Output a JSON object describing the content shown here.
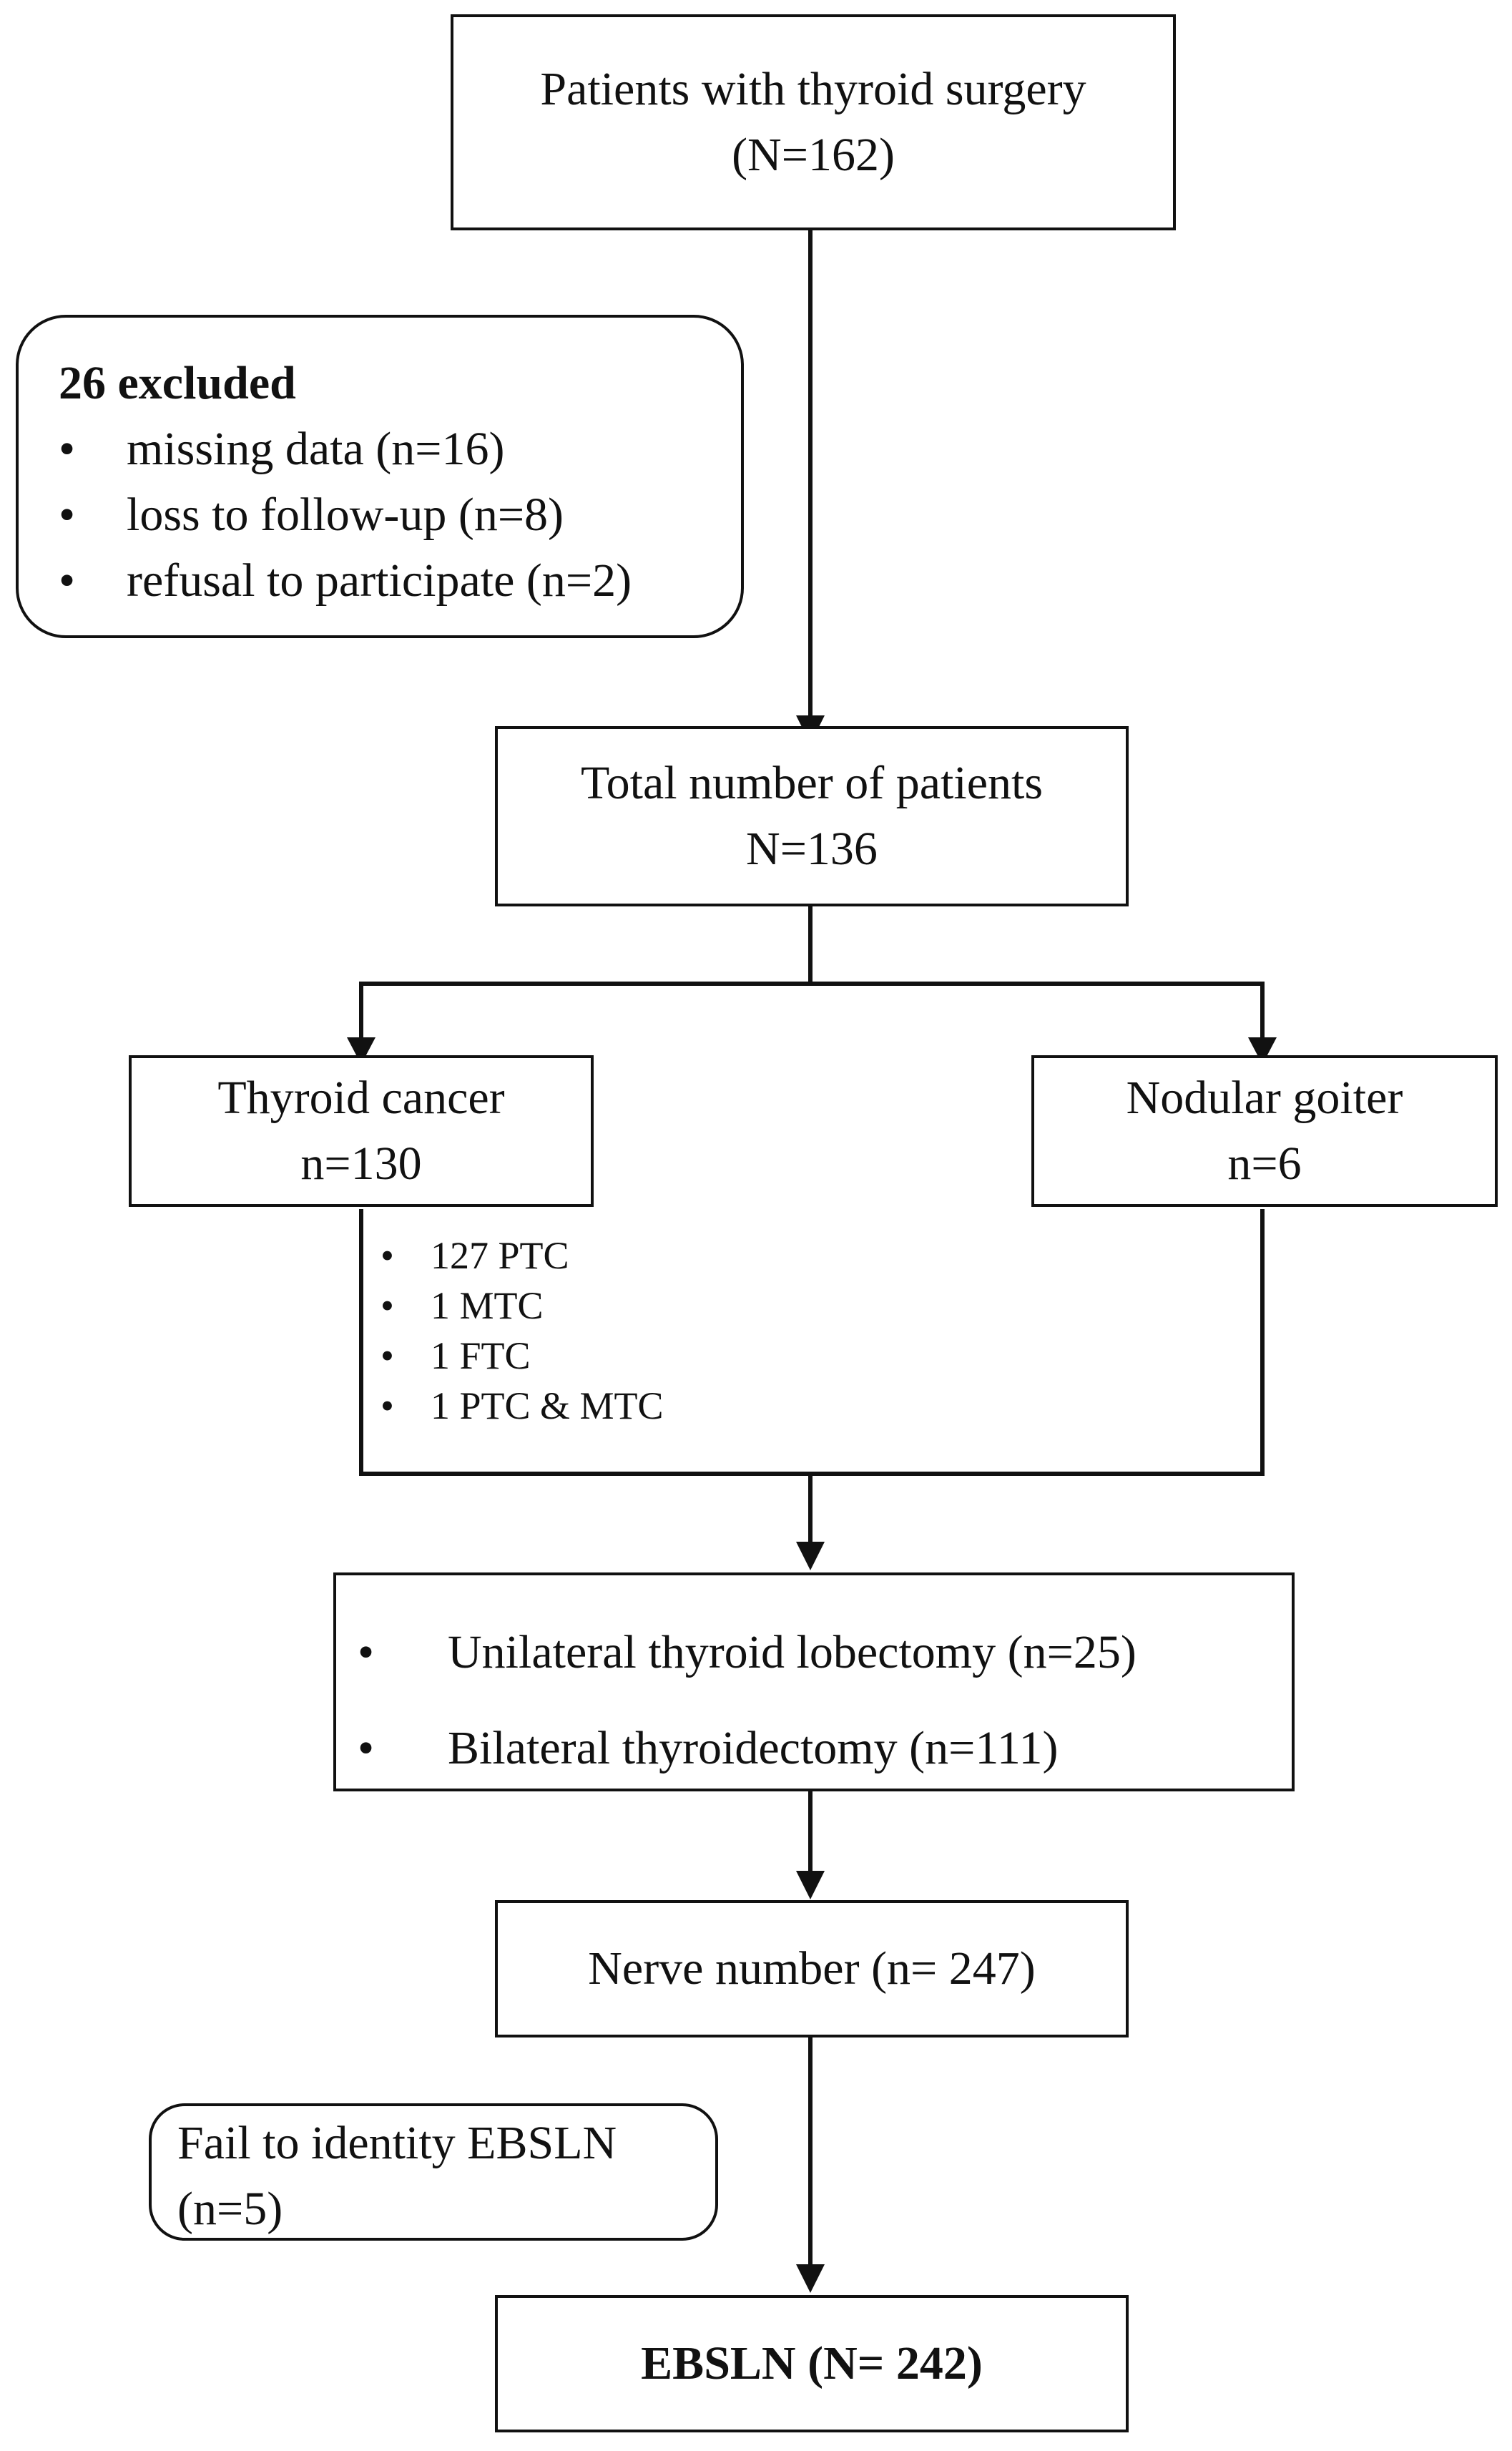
{
  "nodes": {
    "start": {
      "line1": "Patients with thyroid surgery",
      "line2": "(N=162)"
    },
    "excluded": {
      "title": "26 excluded",
      "items": [
        "missing data (n=16)",
        "loss to follow-up (n=8)",
        "refusal to participate (n=2)"
      ]
    },
    "total": {
      "line1": "Total number of patients",
      "line2": "N=136"
    },
    "cancer": {
      "line1": "Thyroid cancer",
      "line2": "n=130",
      "subtypes": [
        "127 PTC",
        "1 MTC",
        "1 FTC",
        "1 PTC & MTC"
      ]
    },
    "goiter": {
      "line1": "Nodular goiter",
      "line2": "n=6"
    },
    "surgery": {
      "items": [
        "Unilateral thyroid lobectomy (n=25)",
        "Bilateral thyroidectomy (n=111)"
      ]
    },
    "nerves": {
      "label": "Nerve number (n= 247)"
    },
    "fail": {
      "line1": "Fail to identity EBSLN",
      "line2": "(n=5)"
    },
    "final": {
      "label": "EBSLN (N= 242)"
    }
  },
  "bullet_glyph": "•"
}
